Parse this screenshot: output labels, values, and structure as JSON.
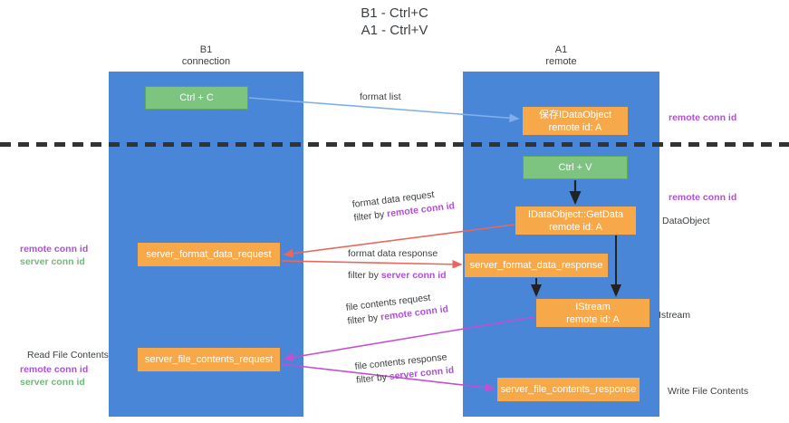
{
  "title": {
    "line1": "B1 - Ctrl+C",
    "line2": "A1 - Ctrl+V"
  },
  "columns": {
    "left": {
      "name": "B1",
      "role": "connection"
    },
    "right": {
      "name": "A1",
      "role": "remote"
    }
  },
  "boxes": {
    "ctrl_c": {
      "label": "Ctrl + C",
      "color": "#7cc47f"
    },
    "idataobject": {
      "label": "保存IDataObject",
      "sub": "remote id: A",
      "color": "#f7a94a"
    },
    "ctrl_v": {
      "label": "Ctrl + V",
      "color": "#7cc47f"
    },
    "getdata": {
      "label": "IDataObject::GetData",
      "sub": "remote id: A",
      "color": "#f7a94a"
    },
    "server_format_data_request": {
      "label": "server_format_data_request",
      "color": "#f7a94a"
    },
    "server_format_data_response": {
      "label": "server_format_data_response",
      "color": "#f7a94a"
    },
    "istream": {
      "label": "IStream",
      "sub": "remote id: A",
      "color": "#f7a94a"
    },
    "server_file_contents_request": {
      "label": "server_file_contents_request",
      "color": "#f7a94a"
    },
    "server_file_contents_response": {
      "label": "server_file_contents_response",
      "color": "#f7a94a"
    }
  },
  "arrow_captions": {
    "format_list": "format list",
    "format_data_request": "format data request",
    "format_data_request_filter_prefix": "filter by ",
    "format_data_request_filter_id": "remote conn id",
    "format_data_response": "format data response",
    "format_data_response_filter_prefix": "filter by ",
    "format_data_response_filter_id": "server conn id",
    "file_contents_request": "file contents request",
    "file_contents_request_filter_prefix": "filter by ",
    "file_contents_request_filter_id": "remote conn id",
    "file_contents_response": "file contents response",
    "file_contents_response_filter_prefix": "filter by ",
    "file_contents_response_filter_id": "server conn id"
  },
  "right_labels": {
    "remote_conn_id_top": "remote conn id",
    "remote_conn_id_mid": "remote conn id",
    "dataobject": "DataObject",
    "istream": "Istream",
    "write_file_contents": "Write File Contents"
  },
  "left_labels": {
    "remote_conn_id": "remote conn id",
    "server_conn_id": "server conn id",
    "read_file_contents": "Read File Contents",
    "remote_conn_id_2": "remote conn id",
    "server_conn_id_2": "server conn id"
  },
  "colors": {
    "lane": "#4a86d8",
    "green_box": "#7cc47f",
    "orange_box": "#f7a94a",
    "purple_id": "#b14fd8",
    "green_id": "#72b97a",
    "arrow_blue": "#7fb1e8",
    "arrow_red": "#e8685c",
    "arrow_magenta": "#c44fd0",
    "arrow_black": "#222222",
    "divider": "#333333",
    "background": "#ffffff"
  }
}
